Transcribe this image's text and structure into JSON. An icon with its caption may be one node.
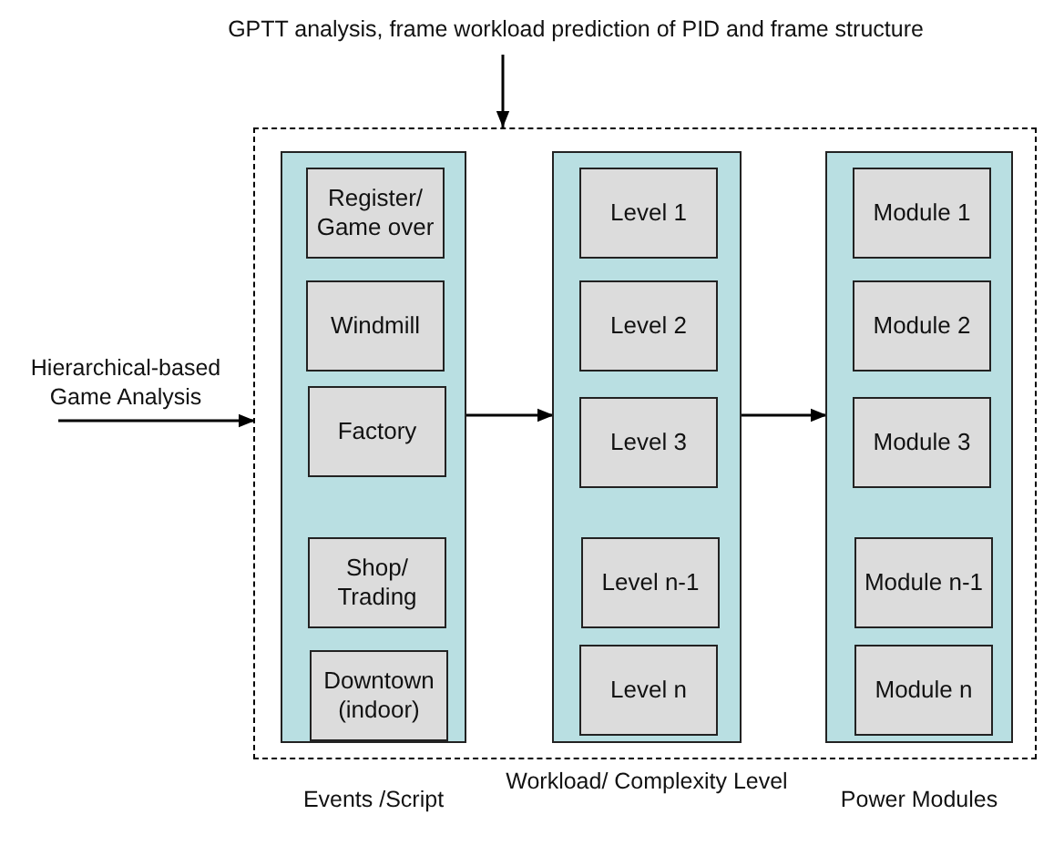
{
  "diagram": {
    "nodes": [
      {
        "text": [
          "GPTT analysis, frame workload prediction of PID and frame structure"
        ]
      },
      {
        "text": [],
        "shape": "box"
      },
      {
        "text": [
          "Hierarchical-based Game Analysis"
        ]
      },
      {
        "text": [
          "Events /Script"
        ],
        "in": 1
      },
      {
        "text": [
          "Register/ Game over"
        ],
        "in": 3
      },
      {
        "text": [
          "Windmill"
        ],
        "in": 3
      },
      {
        "text": [
          "Factory"
        ],
        "in": 3
      },
      {
        "text": [
          "Shop/ Trading"
        ],
        "in": 3
      },
      {
        "text": [
          "Downtown (indoor)"
        ],
        "in": 3
      },
      {
        "text": [
          "Workload/ Complexity Level"
        ],
        "in": 1
      },
      {
        "text": [
          "Level 1"
        ],
        "in": 9
      },
      {
        "text": [
          "Level 2"
        ],
        "in": 9
      },
      {
        "text": [
          "Level 3"
        ],
        "in": 9
      },
      {
        "text": [
          "Level n-1"
        ],
        "in": 9
      },
      {
        "text": [
          "Level n"
        ],
        "in": 9
      },
      {
        "text": [
          "Power Modules"
        ],
        "in": 1
      },
      {
        "text": [
          "Module 1"
        ],
        "in": 15
      },
      {
        "text": [
          "Module 2"
        ],
        "in": 15
      },
      {
        "text": [
          "Module 3"
        ],
        "in": 15
      },
      {
        "text": [
          "Module n-1"
        ],
        "in": 15
      },
      {
        "text": [
          "Module n"
        ],
        "in": 15
      }
    ],
    "edges": [
      {
        "from": 0,
        "to": 1,
        "arrow": "to"
      },
      {
        "from": 2,
        "to": 1,
        "arrow": "to"
      },
      {
        "from": 3,
        "to": 9,
        "arrow": "to"
      },
      {
        "from": 9,
        "to": 15,
        "arrow": "to"
      }
    ]
  }
}
